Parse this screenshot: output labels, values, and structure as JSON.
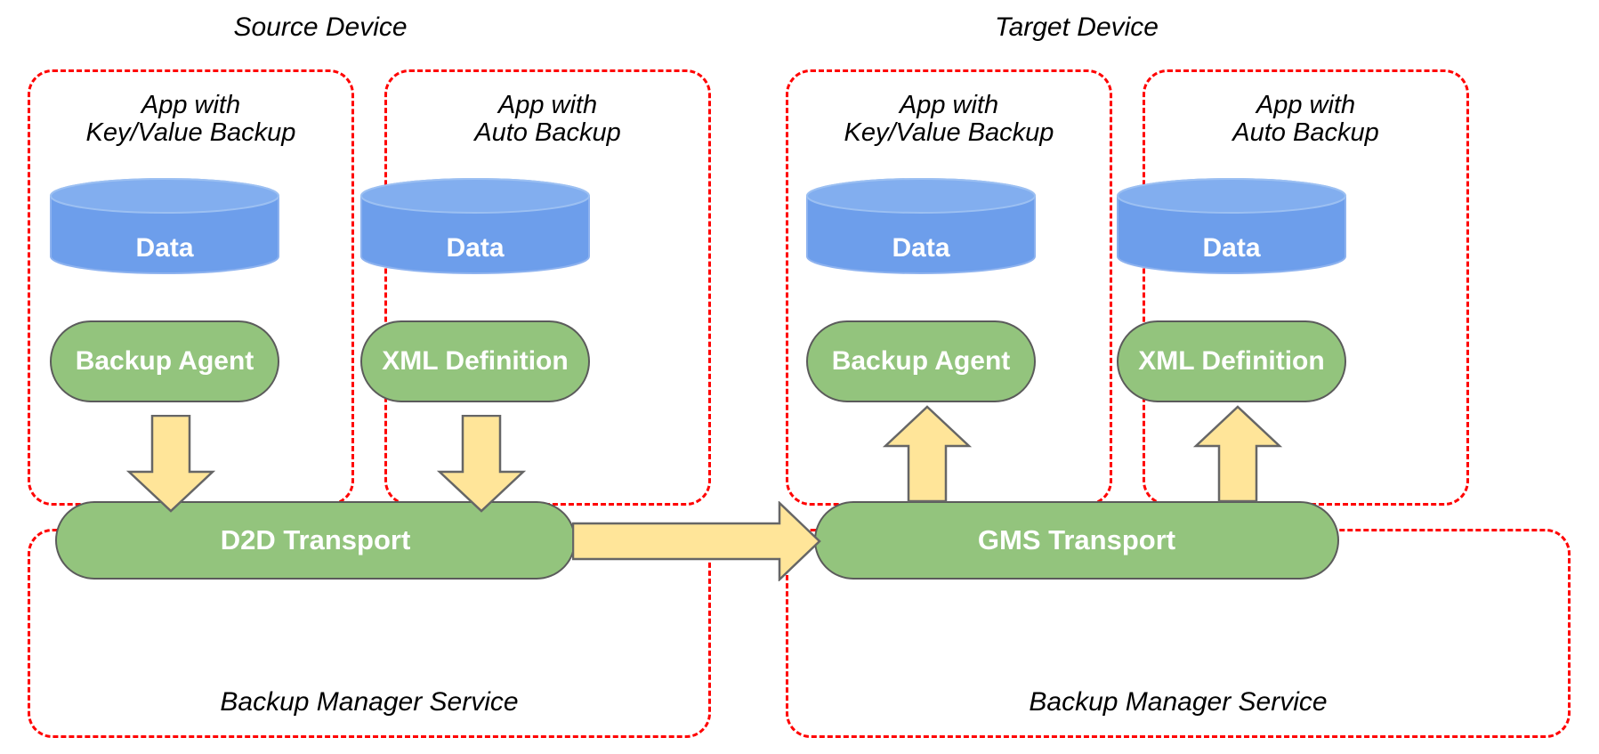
{
  "diagram": {
    "title_source": "Source Device",
    "title_target": "Target Device",
    "colors": {
      "boundary": "#FF0000",
      "data_fill": "#6D9EEB",
      "component_fill": "#93C47D",
      "arrow_fill": "#FFE599",
      "arrow_stroke": "#666666",
      "text_light": "#FFFFFF",
      "text_dark": "#000000",
      "background": "#FFFFFF"
    }
  },
  "source_device": {
    "label": "Source Device",
    "apps": [
      {
        "caption": "App with\nKey/Value Backup",
        "data_label": "Data",
        "component_label": "Backup Agent"
      },
      {
        "caption": "App with\nAuto Backup",
        "data_label": "Data",
        "component_label": "XML Definition"
      }
    ],
    "service": {
      "caption": "Backup Manager Service",
      "transport_label": "D2D Transport"
    }
  },
  "target_device": {
    "label": "Target Device",
    "apps": [
      {
        "caption": "App with\nKey/Value Backup",
        "data_label": "Data",
        "component_label": "Backup Agent"
      },
      {
        "caption": "App with\nAuto Backup",
        "data_label": "Data",
        "component_label": "XML Definition"
      }
    ],
    "service": {
      "caption": "Backup Manager Service",
      "transport_label": "GMS Transport"
    }
  },
  "flows": [
    {
      "name": "source-kv-agent-to-d2d",
      "direction": "down"
    },
    {
      "name": "source-auto-xml-to-d2d",
      "direction": "down"
    },
    {
      "name": "d2d-to-gms",
      "direction": "right"
    },
    {
      "name": "gms-to-target-kv-agent",
      "direction": "up"
    },
    {
      "name": "gms-to-target-auto-xml",
      "direction": "up"
    }
  ]
}
